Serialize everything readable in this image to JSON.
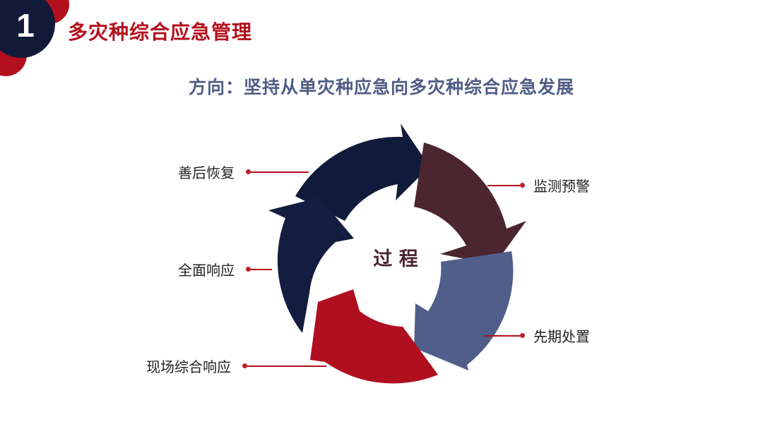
{
  "section": {
    "number": "1",
    "title": "多灾种综合应急管理"
  },
  "subtitle": "方向：坚持从单灾种应急向多灾种综合应急发展",
  "diagram": {
    "center_label": "过 程",
    "stages": [
      {
        "label": "善后恢复",
        "color": "#101a3a"
      },
      {
        "label": "监测预警",
        "color": "#4b2530"
      },
      {
        "label": "先期处置",
        "color": "#4f5f8a"
      },
      {
        "label": "现场综合响应",
        "color": "#b00f1f"
      },
      {
        "label": "全面响应",
        "color": "#121d3f"
      }
    ]
  },
  "colors": {
    "brand_red": "#b3101e",
    "navy": "#121a3a",
    "subtitle": "#4f5d85"
  }
}
